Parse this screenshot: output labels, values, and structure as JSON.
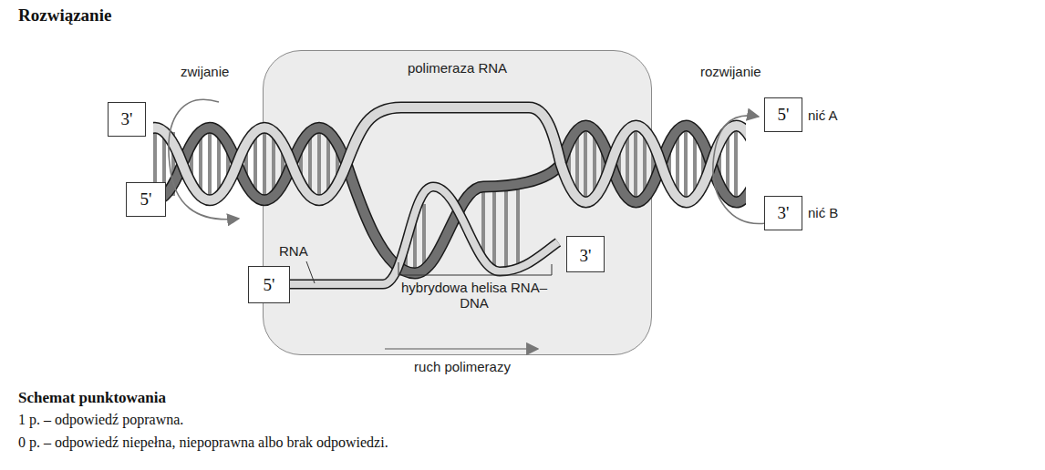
{
  "diagram": {
    "title": "Rozwiązanie",
    "nodes": [
      {
        "text": [
          "polimeraza RNA"
        ]
      },
      {
        "text": [
          "3'"
        ]
      },
      {
        "text": [
          "5'"
        ]
      },
      {
        "text": [
          "5'"
        ]
      },
      {
        "text": [
          "3'"
        ]
      },
      {
        "text": [
          "3'"
        ],
        "in": 0
      },
      {
        "text": [
          "5'"
        ]
      }
    ],
    "labels": [
      "zwijanie",
      "rozwijanie",
      "nić A",
      "nić B",
      "RNA",
      "hybrydowa helisa RNA–DNA",
      "ruch polimerazy",
      "Schemat punktowania",
      "1 p. – odpowiedź poprawna.",
      "0 p. – odpowiedź niepełna, niepoprawna albo brak odpowiedzi."
    ]
  }
}
